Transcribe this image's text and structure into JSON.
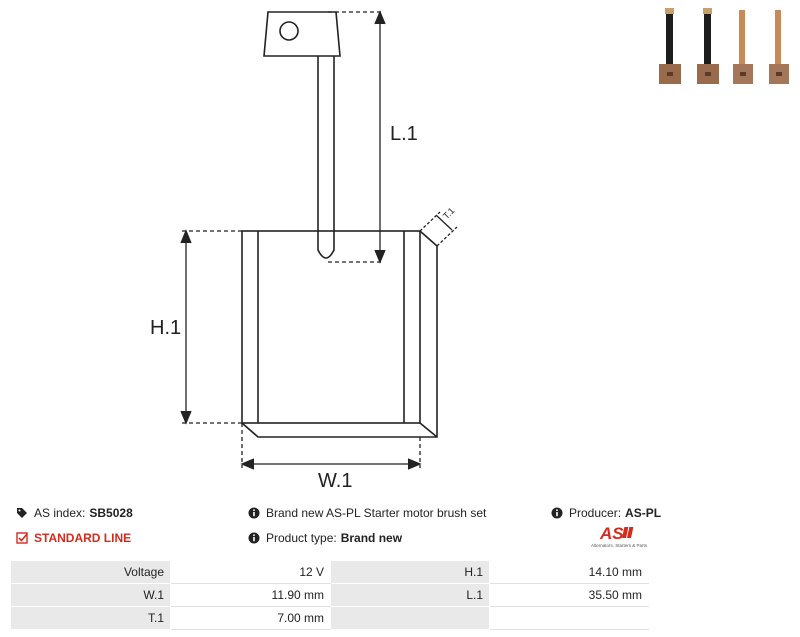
{
  "drawing": {
    "labels": {
      "l1": "L.1",
      "h1": "H.1",
      "w1": "W.1",
      "t1": "T.1"
    }
  },
  "info": {
    "index_label": "AS index:",
    "index_value": "SB5028",
    "line_label": "STANDARD LINE",
    "description": "Brand new AS-PL Starter motor brush set",
    "type_label": "Product type:",
    "type_value": "Brand new",
    "producer_label": "Producer:",
    "producer_value": "AS-PL"
  },
  "logo": {
    "mark": "AS",
    "tagline": "Alternators, Starters & Parts"
  },
  "specs": [
    {
      "label": "Voltage",
      "value": "12 V"
    },
    {
      "label": "H.1",
      "value": "14.10 mm"
    },
    {
      "label": "W.1",
      "value": "11.90 mm"
    },
    {
      "label": "L.1",
      "value": "35.50 mm"
    },
    {
      "label": "T.1",
      "value": "7.00 mm"
    },
    {
      "label": "",
      "value": ""
    }
  ],
  "colors": {
    "accent": "#d52b1e",
    "copper": "#b07a58",
    "cell_label_bg": "#e9e9e9"
  },
  "icons": {
    "tag": "tag-icon",
    "check": "checkbox-icon",
    "info": "info-icon"
  }
}
